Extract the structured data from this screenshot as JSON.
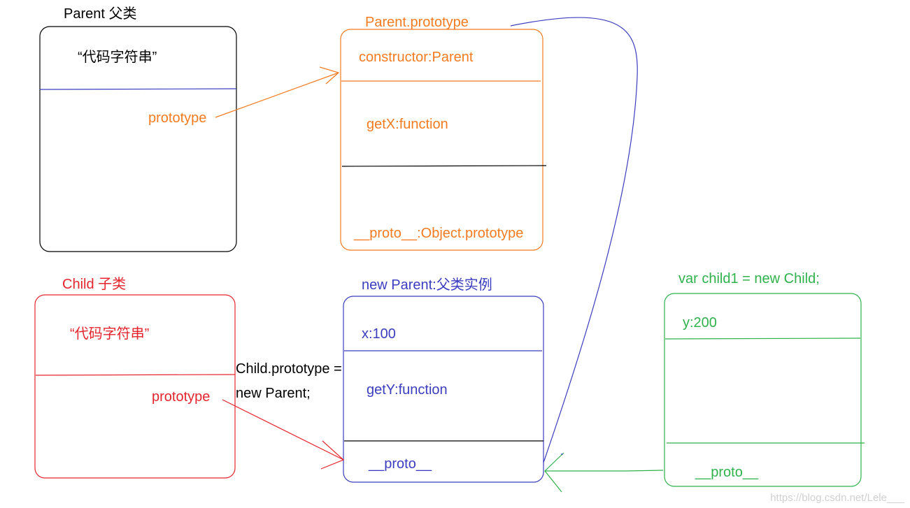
{
  "colors": {
    "black": "#000000",
    "orange": "#f47b20",
    "red": "#e5242d",
    "blue": "#3b3dbf",
    "green": "#2fb24b"
  },
  "parent": {
    "title": "Parent  父类",
    "code": "“代码字符串”",
    "prototype": "prototype"
  },
  "parent_prototype": {
    "title": "Parent.prototype",
    "constructor": "constructor:Parent",
    "getX": "getX:function",
    "proto": "__proto__:Object.prototype"
  },
  "child": {
    "title": "Child  子类",
    "code": "“代码字符串”",
    "prototype": "prototype"
  },
  "assignment": {
    "line1": "Child.prototype =",
    "line2": "new Parent;"
  },
  "parent_instance": {
    "title": "new Parent:父类实例",
    "x": "x:100",
    "getY": "getY:function",
    "proto": "__proto__"
  },
  "child1": {
    "title": "var child1 = new Child;",
    "y": "y:200",
    "proto": "__proto__"
  },
  "watermark": "https://blog.csdn.net/Lele___"
}
